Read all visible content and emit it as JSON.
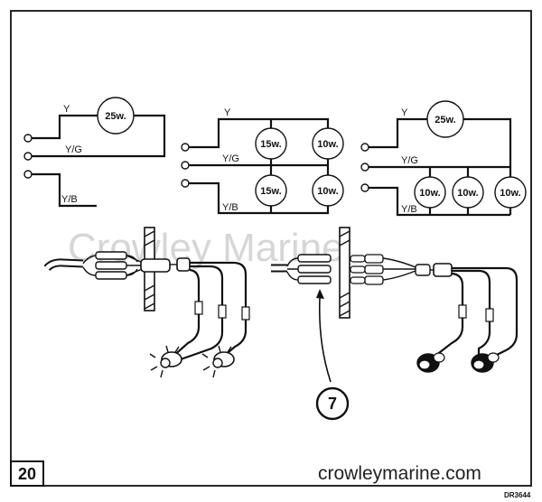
{
  "watermark": "Crowley Marine",
  "website": "crowleymarine.com",
  "figure_number": "20",
  "drawing_code": "DR3644",
  "callout": "7",
  "wire_labels": {
    "yellow": "Y",
    "yellow_green": "Y/G",
    "yellow_black": "Y/B"
  },
  "circuits": [
    {
      "lamps": [
        "25w."
      ]
    },
    {
      "lamps": [
        "15w.",
        "10w.",
        "15w.",
        "10w."
      ]
    },
    {
      "lamps": [
        "25w.",
        "10w.",
        "10w.",
        "10w."
      ]
    }
  ]
}
